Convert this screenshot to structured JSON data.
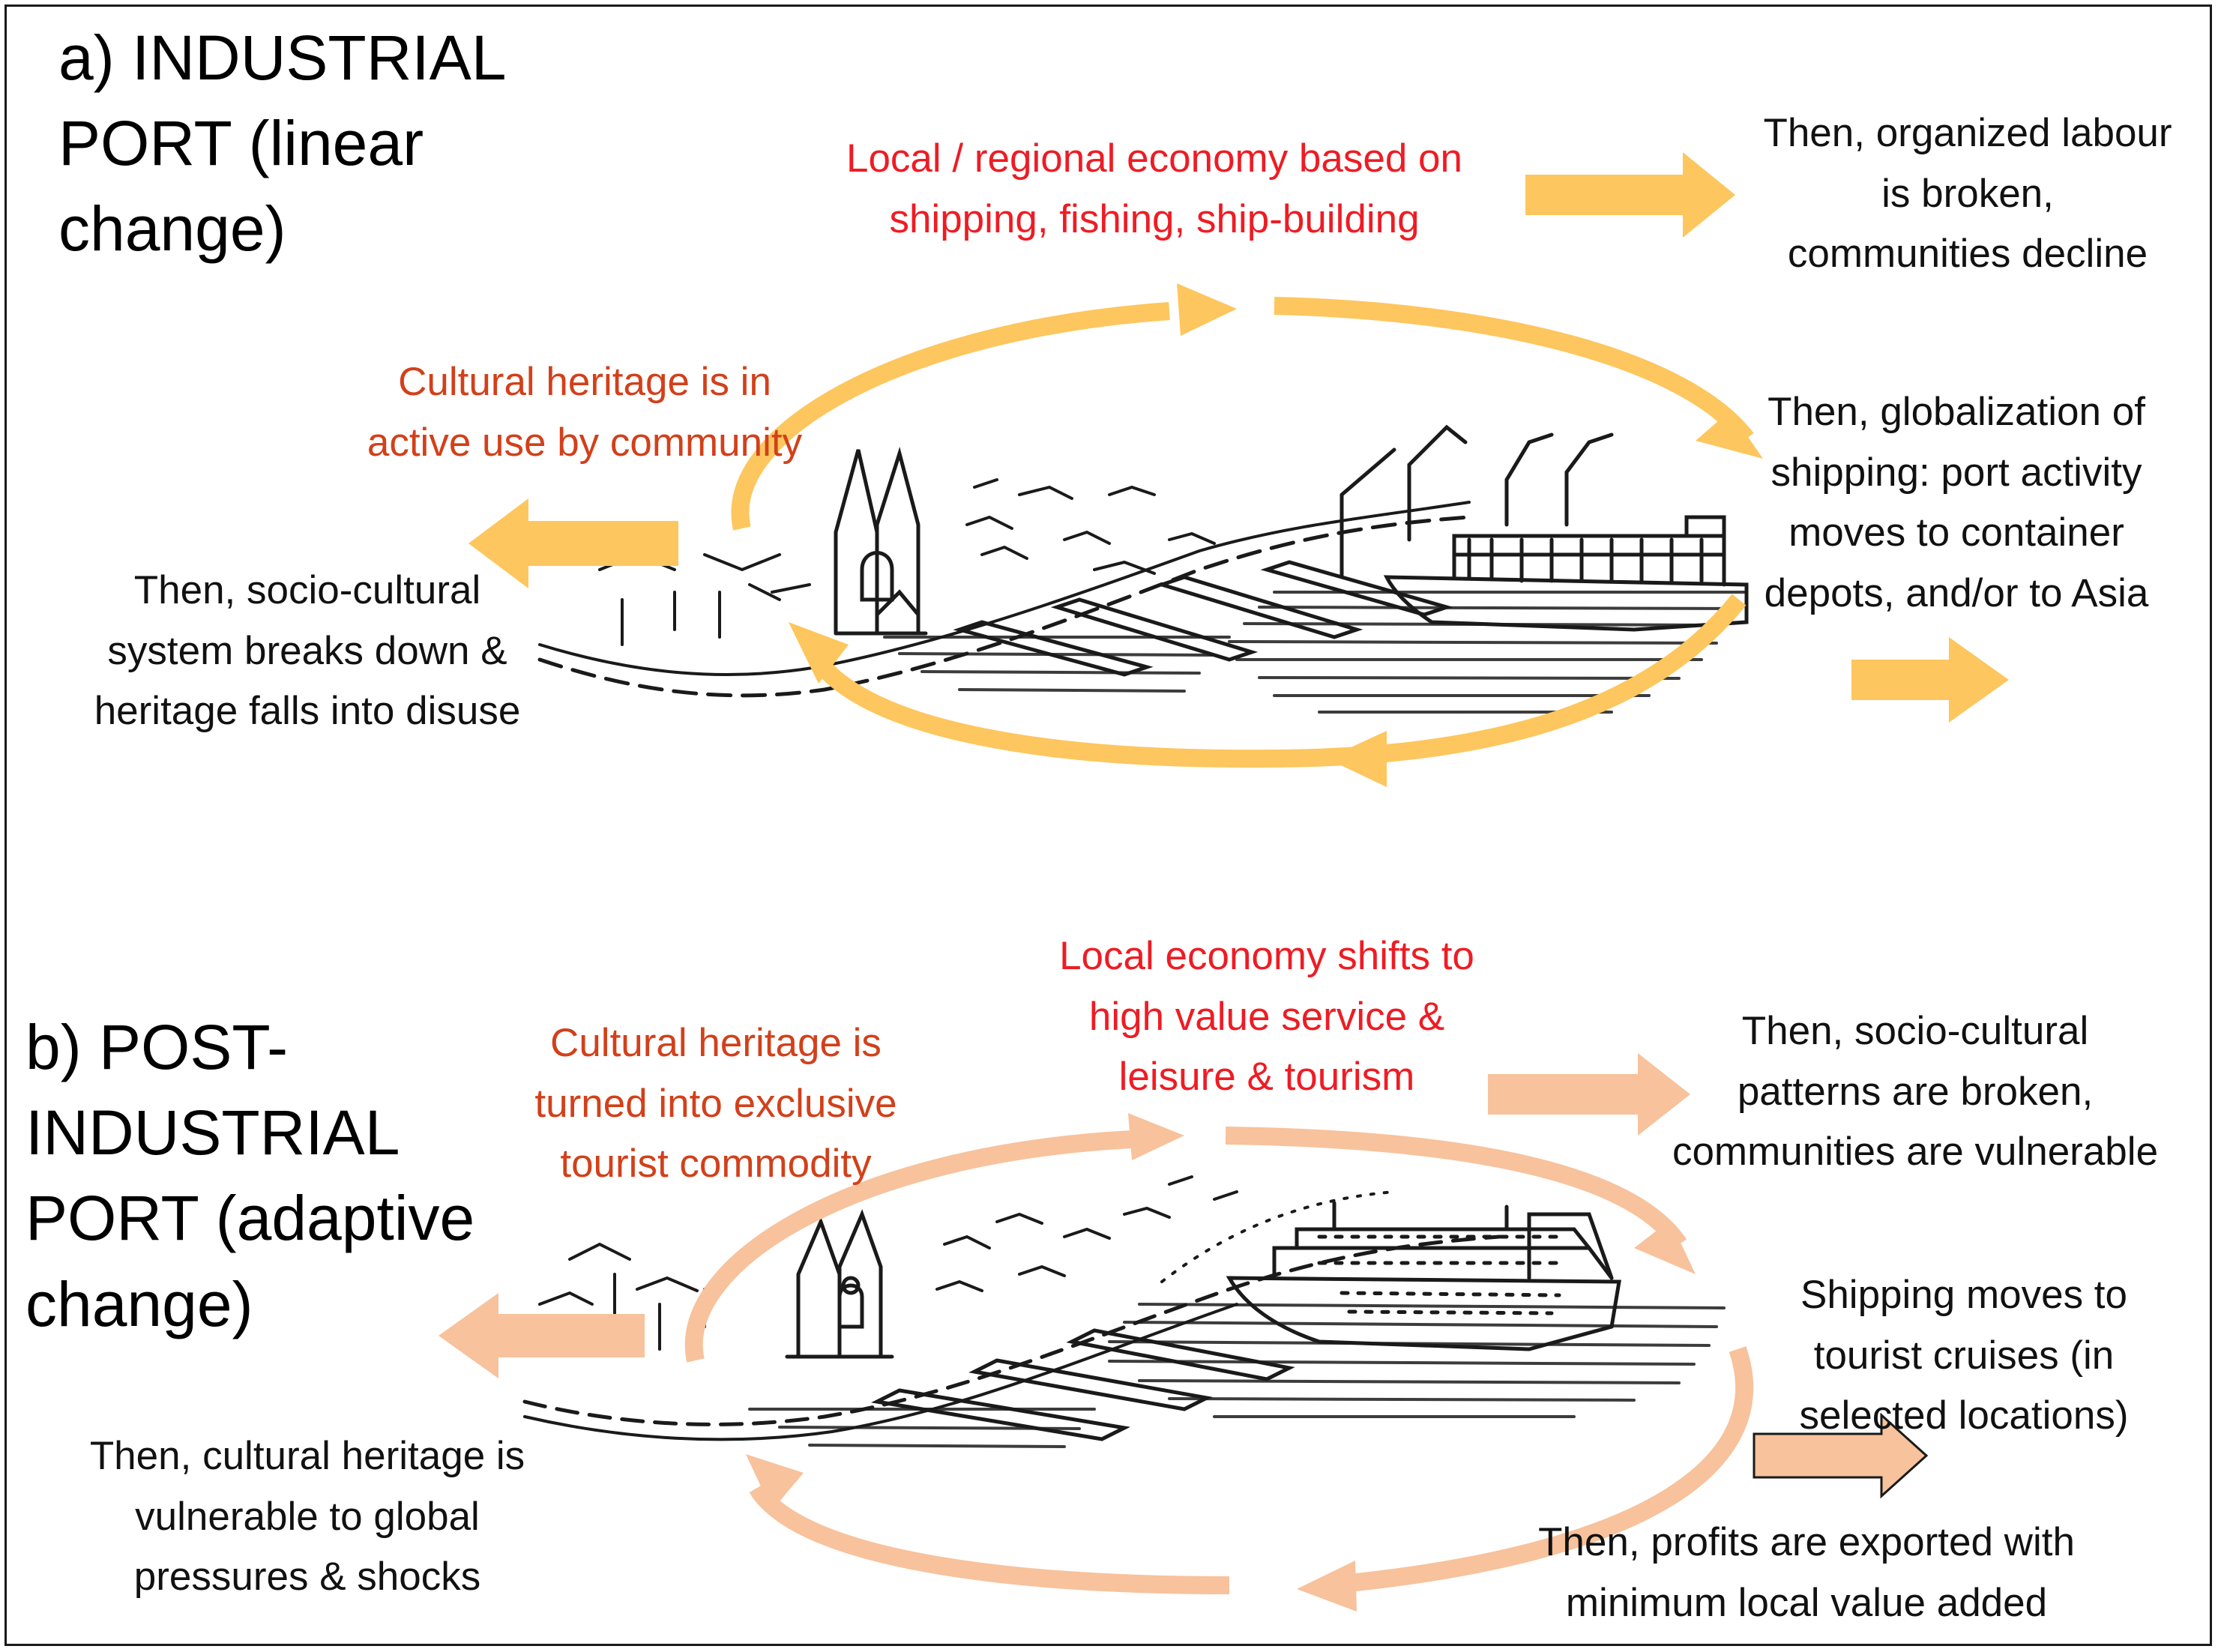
{
  "colors": {
    "panel_a_arrow": "#fdc65e",
    "panel_b_arrow": "#f7c29c",
    "panel_b_arrow_outline": "#1a1a1a",
    "text_black": "#111111",
    "text_red": "#ee1c24",
    "text_orange_red": "#d2401a",
    "sketch_ink": "#1a1a1a"
  },
  "panel_a": {
    "title": [
      "a) INDUSTRIAL",
      "PORT (linear",
      "change)"
    ],
    "economy": [
      "Local / regional economy based on",
      "shipping, fishing, ship-building"
    ],
    "labour": [
      "Then, organized labour",
      "is broken,",
      "communities decline"
    ],
    "heritage": [
      "Cultural heritage is in",
      "active use by community"
    ],
    "globalization": [
      "Then, globalization of",
      "shipping: port activity",
      "moves to container",
      "depots, and/or to Asia"
    ],
    "breakdown": [
      "Then, socio-cultural",
      "system breaks down &",
      "heritage falls into disuse"
    ]
  },
  "panel_b": {
    "title": [
      "b)  POST-",
      "INDUSTRIAL",
      "PORT (adaptive",
      "change)"
    ],
    "economy": [
      "Local economy shifts to",
      "high value service &",
      "leisure & tourism"
    ],
    "heritage": [
      "Cultural heritage is",
      "turned into exclusive",
      "tourist commodity"
    ],
    "patterns": [
      "Then, socio-cultural",
      "patterns are broken,",
      "communities are vulnerable"
    ],
    "cruises": [
      "Shipping moves to",
      "tourist cruises (in",
      "selected locations)"
    ],
    "profits": [
      "Then, profits are exported with",
      "minimum local value added"
    ],
    "vulnerable": [
      "Then, cultural heritage is",
      "vulnerable to global",
      "pressures & shocks"
    ]
  }
}
